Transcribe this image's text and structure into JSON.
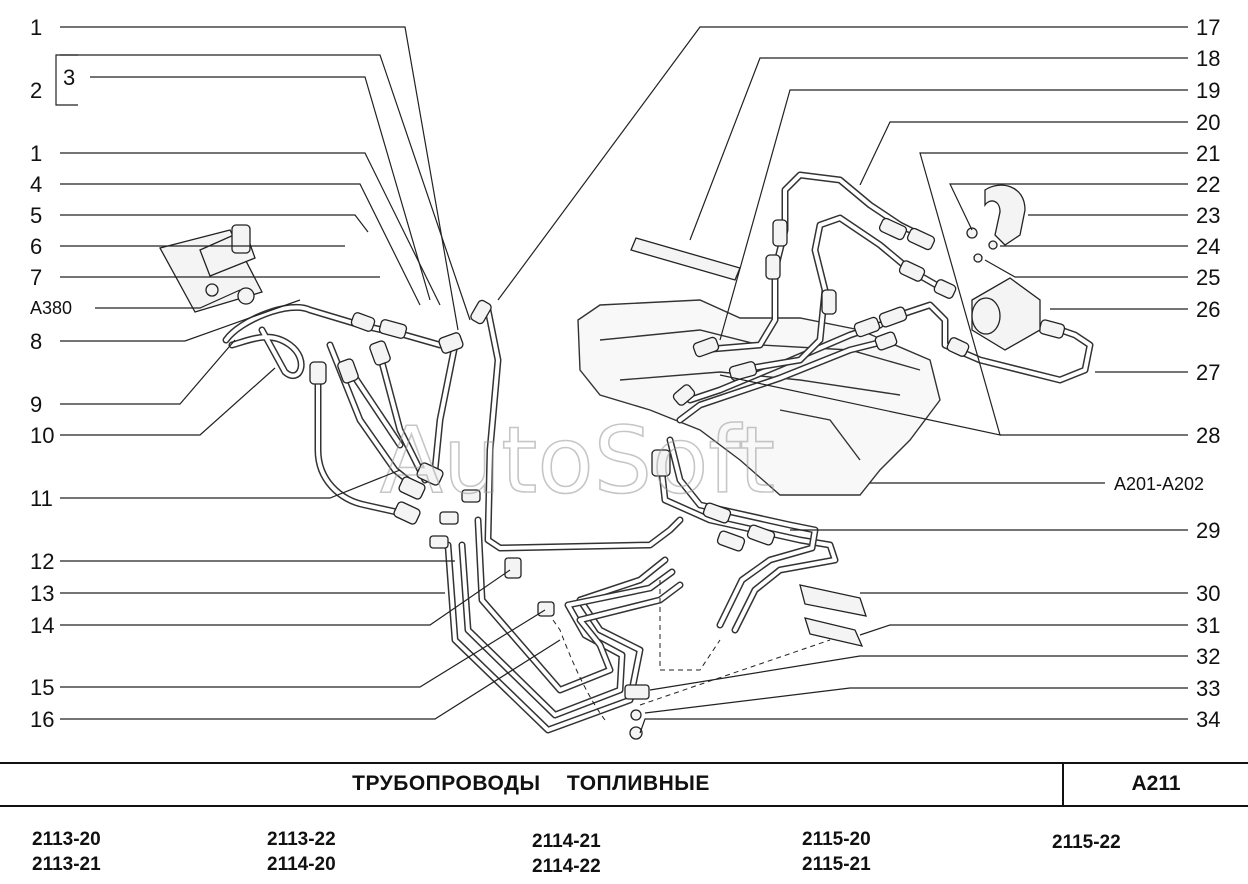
{
  "callouts_left": [
    "1",
    "2",
    "3",
    "1",
    "4",
    "5",
    "6",
    "7",
    "A380",
    "8",
    "9",
    "10",
    "11",
    "12",
    "13",
    "14",
    "15",
    "16"
  ],
  "callouts_right": [
    "17",
    "18",
    "19",
    "20",
    "21",
    "22",
    "23",
    "24",
    "25",
    "26",
    "27",
    "28",
    "A201-A202",
    "29",
    "30",
    "31",
    "32",
    "33",
    "34"
  ],
  "watermark": "AutoSoft",
  "footer": {
    "title": "ТРУБОПРОВОДЫ   ТОПЛИВНЫЕ",
    "code": "A211",
    "models": [
      "2113-20",
      "2113-22",
      "2114-21",
      "2115-20",
      "2115-22",
      "2113-21",
      "2114-20",
      "2114-22",
      "2115-21"
    ]
  }
}
